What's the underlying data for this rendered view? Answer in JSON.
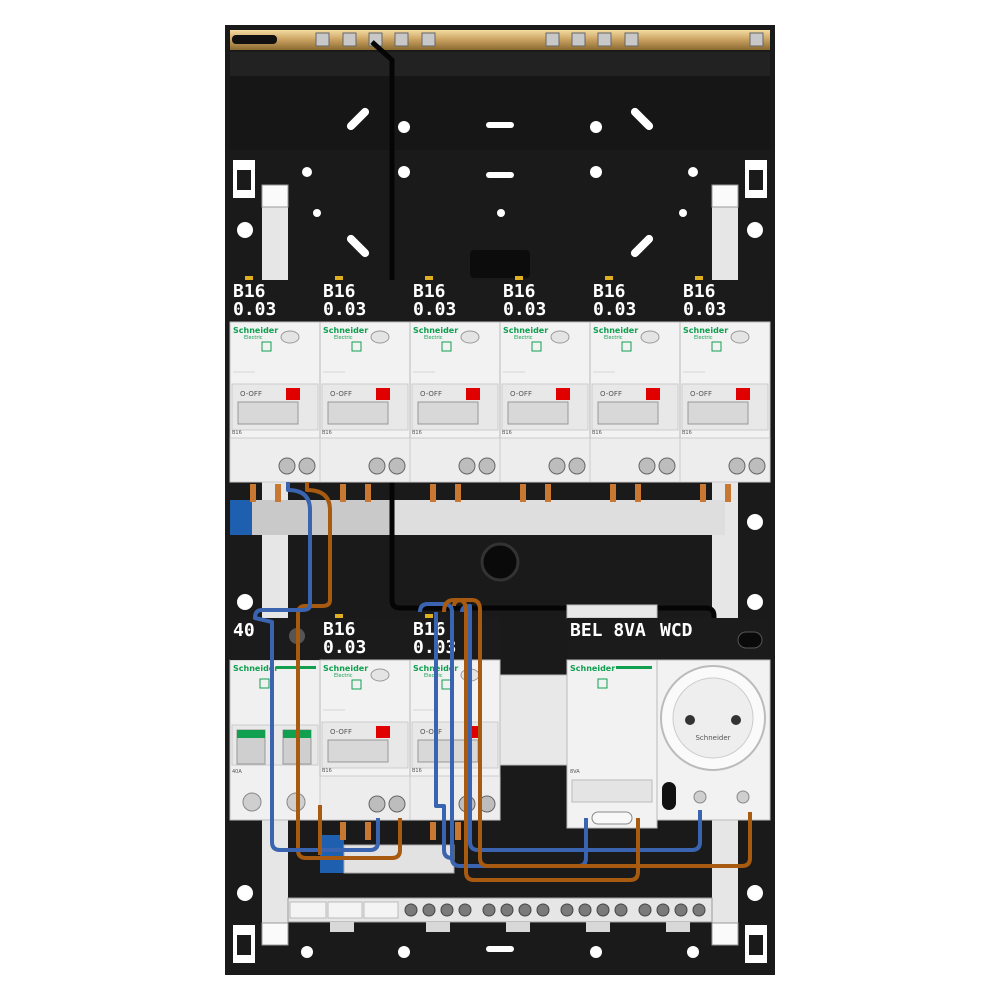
{
  "top_row": {
    "modules": [
      {
        "line1": "B16",
        "line2": "0.03"
      },
      {
        "line1": "B16",
        "line2": "0.03"
      },
      {
        "line1": "B16",
        "line2": "0.03"
      },
      {
        "line1": "B16",
        "line2": "0.03"
      },
      {
        "line1": "B16",
        "line2": "0.03"
      },
      {
        "line1": "B16",
        "line2": "0.03"
      }
    ]
  },
  "bottom_row": {
    "main_switch": {
      "label": "40",
      "rating": "40A"
    },
    "modules": [
      {
        "line1": "B16",
        "line2": "0.03"
      },
      {
        "line1": "B16",
        "line2": "0.03"
      }
    ],
    "transformer": {
      "label": "BEL 8VA",
      "rating": "8VA"
    },
    "socket": {
      "label": "WCD"
    }
  },
  "module_text": {
    "brand": "Schneider",
    "brand_sub": "Electric",
    "switch_state": "O-OFF",
    "curve": "B16"
  },
  "colors": {
    "enclosure": "#1a1a1a",
    "busbar": "#d4b070",
    "phase_wire": "#a85a10",
    "neutral_wire": "#3a64b0",
    "test_button": "#e00000",
    "brand_green": "#10a050"
  }
}
